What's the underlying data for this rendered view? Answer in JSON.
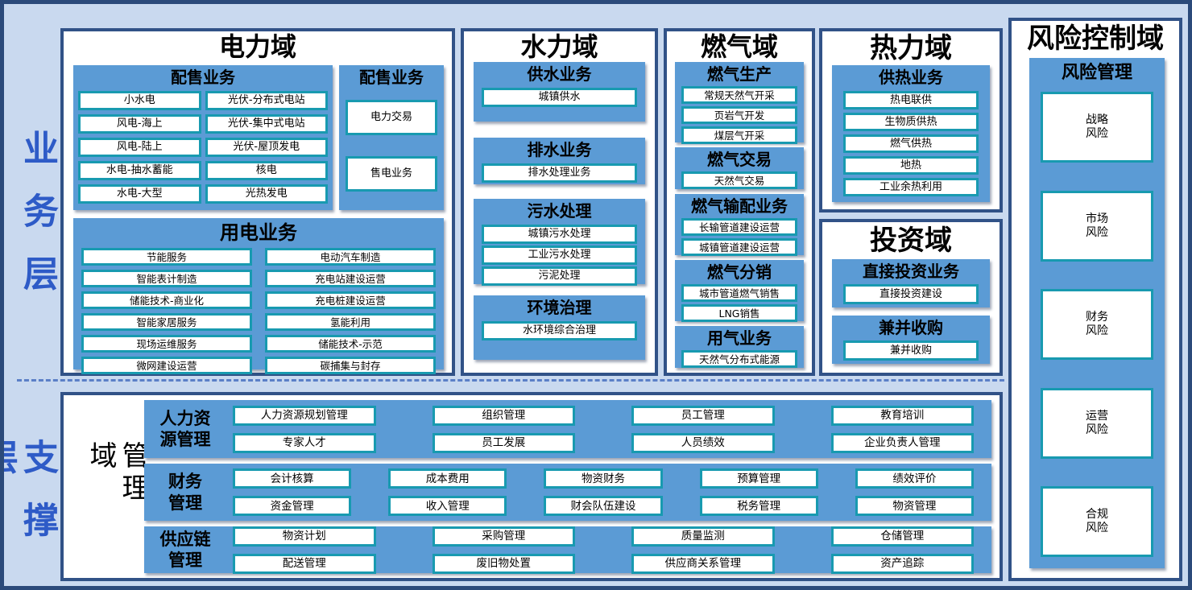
{
  "layers": {
    "business": "业务层",
    "support": "支撑层"
  },
  "domains": {
    "power": {
      "title": "电力域",
      "groups": {
        "dist_left": {
          "title": "配售业务",
          "items": [
            "小水电",
            "光伏-分布式电站",
            "风电-海上",
            "光伏-集中式电站",
            "风电-陆上",
            "光伏-屋顶发电",
            "水电-抽水蓄能",
            "核电",
            "水电-大型",
            "光热发电"
          ]
        },
        "dist_right": {
          "title": "配售业务",
          "items": [
            "电力交易",
            "售电业务"
          ]
        },
        "usage": {
          "title": "用电业务",
          "items": [
            "节能服务",
            "电动汽车制造",
            "智能表计制造",
            "充电站建设运营",
            "储能技术-商业化",
            "充电桩建设运营",
            "智能家居服务",
            "氢能利用",
            "现场运维服务",
            "储能技术-示范",
            "微网建设运营",
            "碳捕集与封存"
          ]
        }
      }
    },
    "water": {
      "title": "水力域",
      "groups": [
        {
          "title": "供水业务",
          "items": [
            "城镇供水"
          ]
        },
        {
          "title": "排水业务",
          "items": [
            "排水处理业务"
          ]
        },
        {
          "title": "污水处理",
          "items": [
            "城镇污水处理",
            "工业污水处理",
            "污泥处理"
          ]
        },
        {
          "title": "环境治理",
          "items": [
            "水环境综合治理"
          ]
        }
      ]
    },
    "gas": {
      "title": "燃气域",
      "groups": [
        {
          "title": "燃气生产",
          "items": [
            "常规天然气开采",
            "页岩气开发",
            "煤层气开采"
          ]
        },
        {
          "title": "燃气交易",
          "items": [
            "天然气交易"
          ]
        },
        {
          "title": "燃气输配业务",
          "items": [
            "长输管道建设运营",
            "城镇管道建设运营"
          ]
        },
        {
          "title": "燃气分销",
          "items": [
            "城市管道燃气销售",
            "LNG销售"
          ]
        },
        {
          "title": "用气业务",
          "items": [
            "天然气分布式能源"
          ]
        }
      ]
    },
    "heat": {
      "title": "热力域",
      "groups": [
        {
          "title": "供热业务",
          "items": [
            "热电联供",
            "生物质供热",
            "燃气供热",
            "地热",
            "工业余热利用"
          ]
        }
      ]
    },
    "investment": {
      "title": "投资域",
      "groups": [
        {
          "title": "直接投资业务",
          "items": [
            "直接投资建设"
          ]
        },
        {
          "title": "兼并收购",
          "items": [
            "兼并收购"
          ]
        }
      ]
    },
    "risk": {
      "title": "风险控制域",
      "group_title": "风险管理",
      "items": [
        "战略\n风险",
        "市场\n风险",
        "财务\n风险",
        "运营\n风险",
        "合规\n风险"
      ]
    },
    "management": {
      "title": "管理域",
      "rows": [
        {
          "label": "人力资\n源管理",
          "items": [
            "人力资源规划管理",
            "组织管理",
            "员工管理",
            "教育培训",
            "专家人才",
            "员工发展",
            "人员绩效",
            "企业负责人管理"
          ]
        },
        {
          "label": "财务\n管理",
          "items": [
            "会计核算",
            "成本费用",
            "物资财务",
            "预算管理",
            "绩效评价",
            "资金管理",
            "收入管理",
            "财会队伍建设",
            "税务管理",
            "物资管理"
          ]
        },
        {
          "label": "供应链\n管理",
          "items": [
            "物资计划",
            "采购管理",
            "质量监测",
            "仓储管理",
            "配送管理",
            "废旧物处置",
            "供应商关系管理",
            "资产追踪"
          ]
        }
      ]
    }
  },
  "colors": {
    "frame_bg": "#c9d9ef",
    "frame_border": "#2b4a7a",
    "domain_border": "#315287",
    "group_blue": "#5b9bd5",
    "item_border_teal": "#189ab0",
    "layer_label_blue": "#2e5bc7",
    "divider_dash_blue": "#5b7fc7"
  }
}
